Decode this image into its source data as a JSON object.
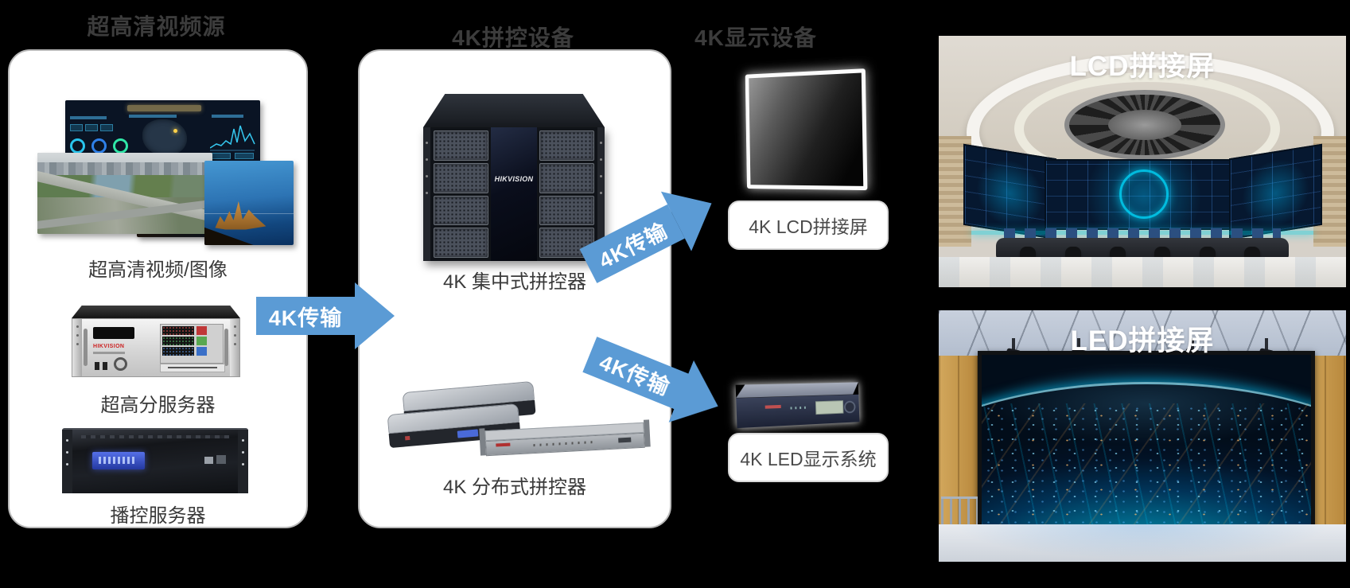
{
  "colors": {
    "background": "#000000",
    "card": "#ffffff",
    "arrow_blue": "#5B9BD5",
    "header_text": "#3c3c3c",
    "label_text": "#3a3a3a"
  },
  "headers": {
    "source": "超高清视频源",
    "control": "4K拼控设备",
    "display": "4K显示设备"
  },
  "source_card": {
    "items": [
      {
        "label": "超高清视频/图像"
      },
      {
        "label": "超高分服务器"
      },
      {
        "label": "播控服务器"
      }
    ]
  },
  "control_card": {
    "items": [
      {
        "label": "4K 集中式拼控器"
      },
      {
        "label": "4K 分布式拼控器"
      }
    ]
  },
  "display_column": {
    "boxes": [
      {
        "label": "4K LCD拼接屏"
      },
      {
        "label": "4K LED显示系统"
      }
    ]
  },
  "arrows": [
    {
      "label": "4K传输"
    },
    {
      "label": "4K传输"
    },
    {
      "label": "4K传输"
    }
  ],
  "scenes": {
    "lcd_title": "LCD拼接屏",
    "led_title": "LED拼接屏"
  },
  "brand": "HIKVISION"
}
